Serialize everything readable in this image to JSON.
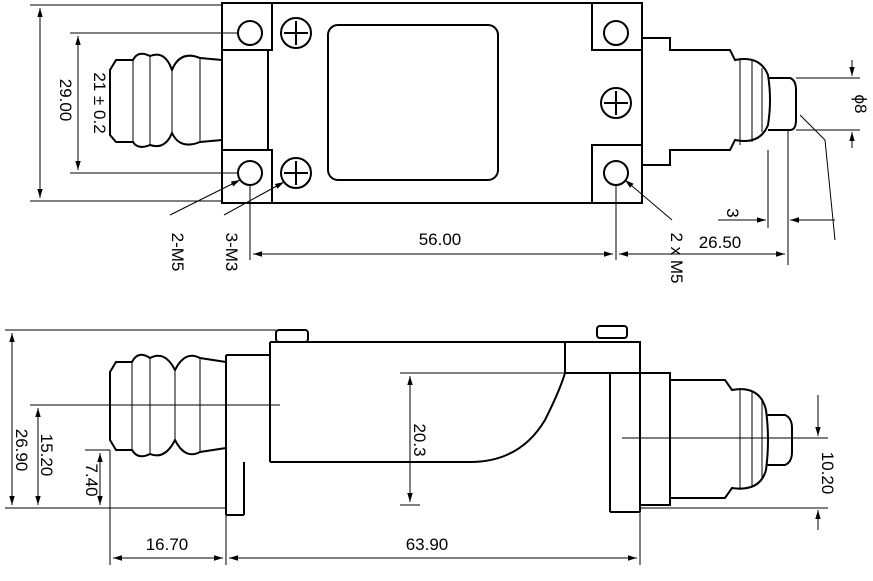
{
  "top_view": {
    "dims": {
      "height": "29.00",
      "hole_spacing": "21 ± 0.2",
      "hole_to_hole": "56.00",
      "plunger": "26.50",
      "plunger_offset": "3",
      "plunger_diameter": "ϕ8"
    },
    "callouts": {
      "left_holes": "2-M5",
      "screws": "3-M3",
      "right_holes": "2 x M5"
    }
  },
  "side_view": {
    "dims": {
      "total_height": "26.90",
      "axis_height": "15.20",
      "base_offset": "7.40",
      "boot_length": "16.70",
      "body_length": "63.90",
      "cam_height": "20.3",
      "plunger_height": "10.20"
    }
  }
}
